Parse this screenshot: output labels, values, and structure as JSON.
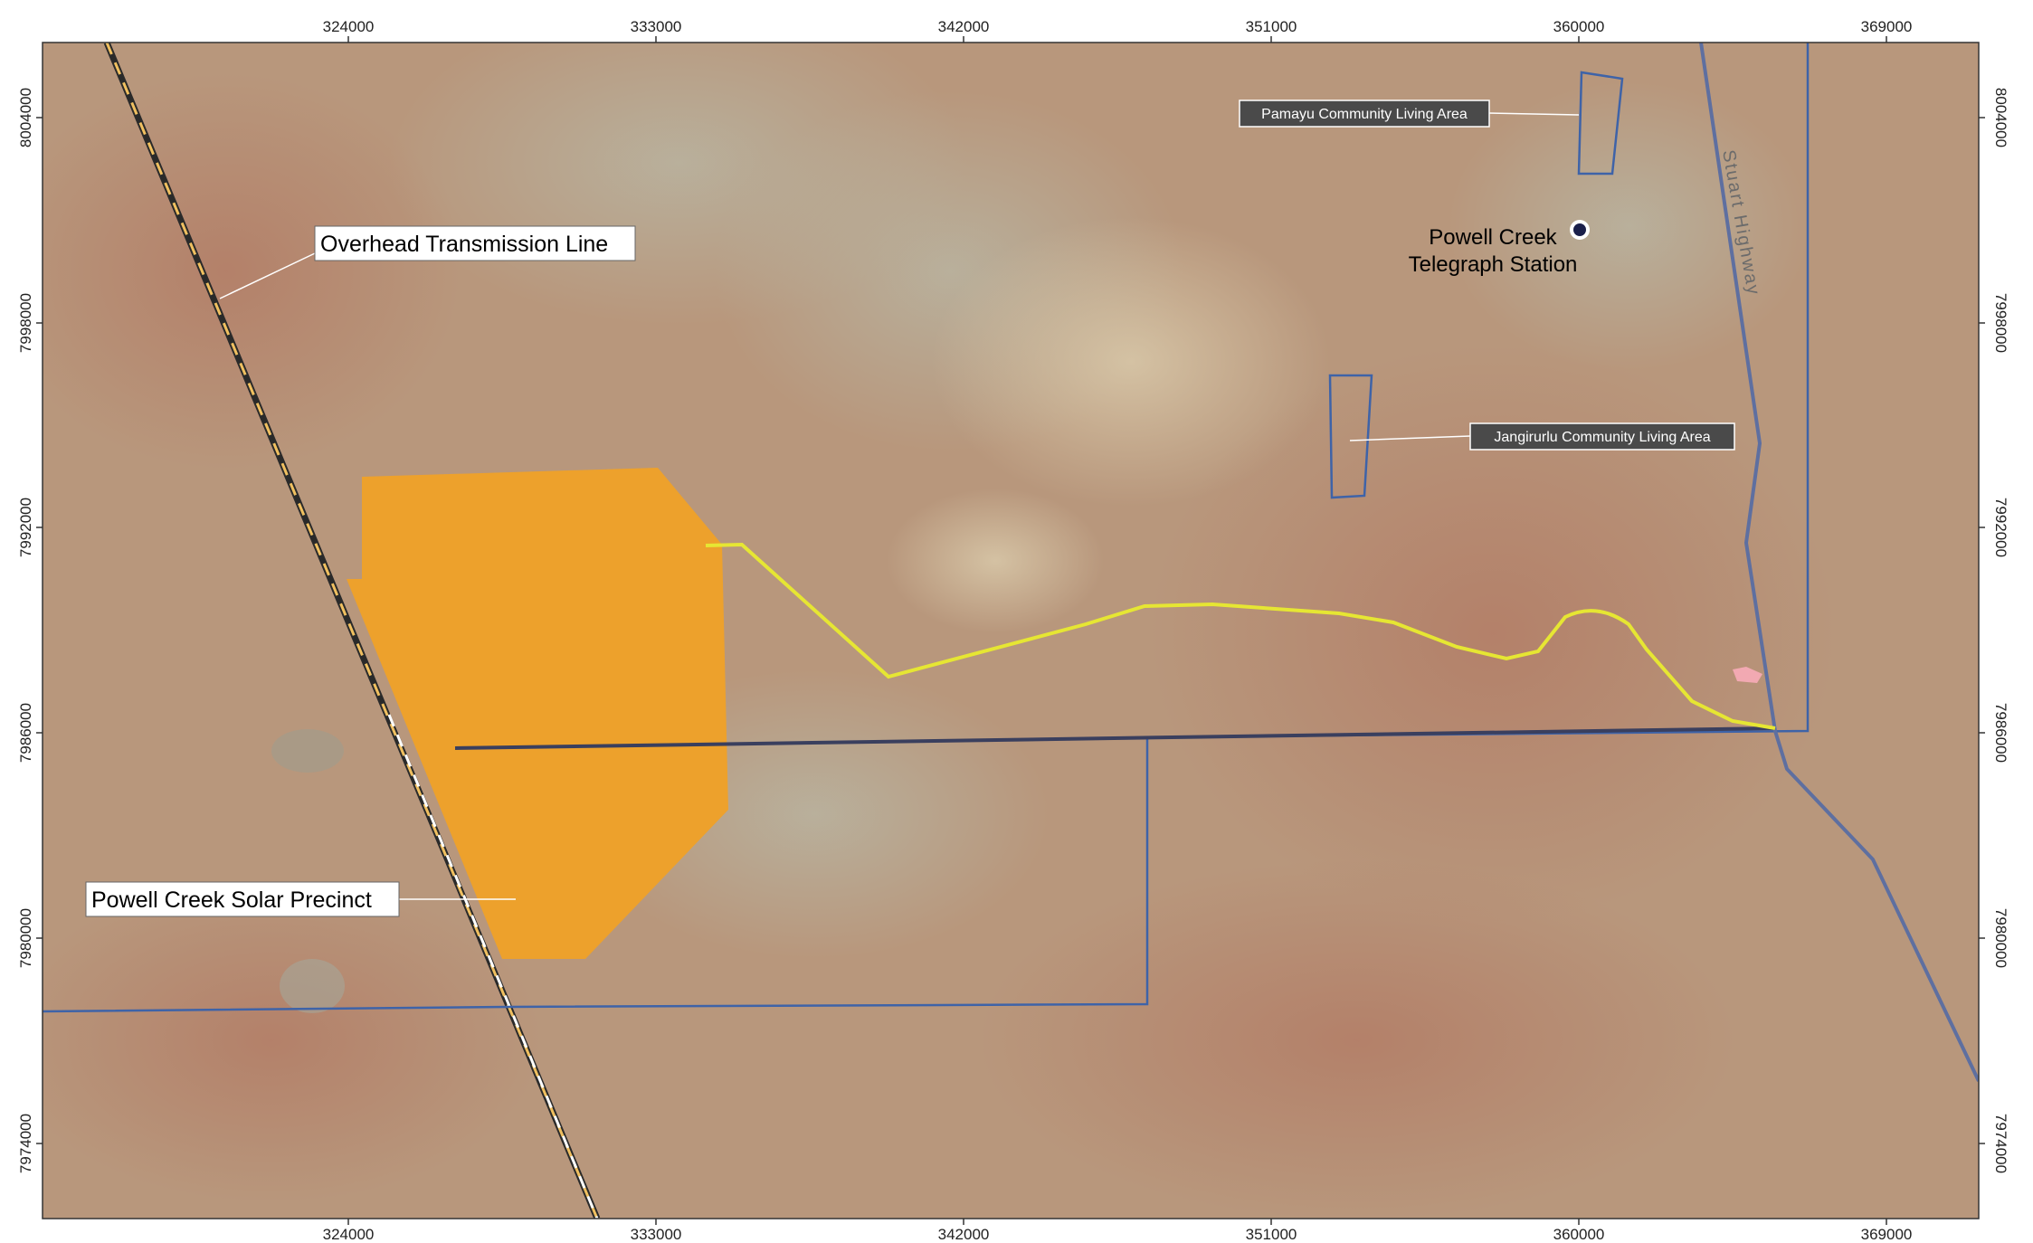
{
  "axes": {
    "x_ticks": [
      "324000",
      "333000",
      "342000",
      "351000",
      "360000",
      "369000"
    ],
    "y_ticks": [
      "8004000",
      "7998000",
      "7992000",
      "7986000",
      "7980000",
      "7974000"
    ]
  },
  "labels": {
    "transmission_line": "Overhead Transmission Line",
    "solar_precinct": "Powell Creek Solar Precinct",
    "pamayu": "Pamayu Community Living Area",
    "jangirurlu": "Jangirurlu Community Living Area",
    "telegraph_line1": "Powell Creek",
    "telegraph_line2": "Telegraph Station",
    "highway": "Stuart Highway"
  },
  "colors": {
    "solar_fill": "#EDA12C",
    "route_yellow": "#E6E633",
    "boundary_blue": "#3E63A8",
    "label_box_dark": "#4A4A4A",
    "terrain": "#B8977C"
  }
}
